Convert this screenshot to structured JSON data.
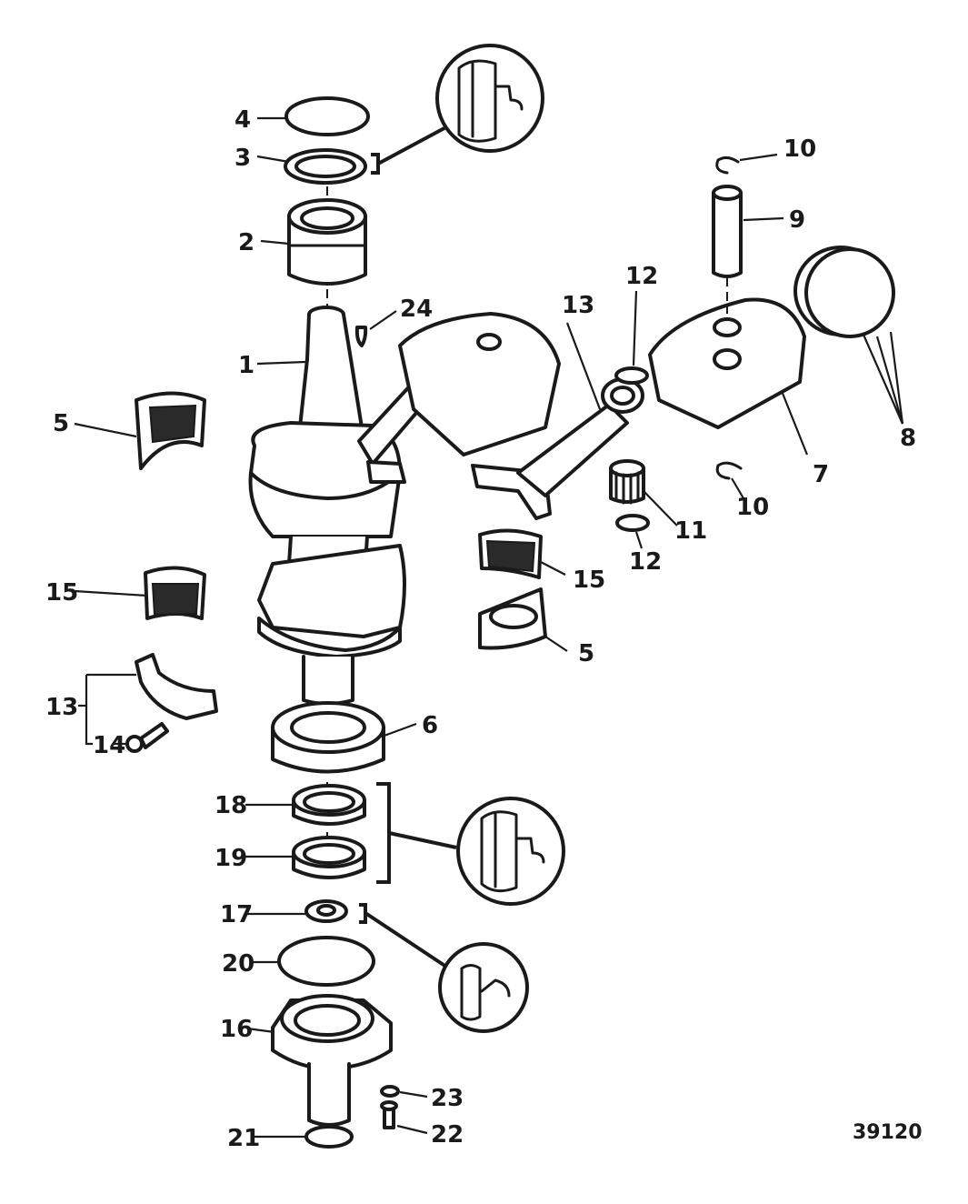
{
  "figure_number": "39120",
  "callouts": {
    "c1": "1",
    "c2": "2",
    "c3": "3",
    "c4": "4",
    "c5a": "5",
    "c5b": "5",
    "c6": "6",
    "c7": "7",
    "c8": "8",
    "c9": "9",
    "c10a": "10",
    "c10b": "10",
    "c11": "11",
    "c12a": "12",
    "c12b": "12",
    "c13a": "13",
    "c13b": "13",
    "c14": "14",
    "c15a": "15",
    "c15b": "15",
    "c16": "16",
    "c17": "17",
    "c18": "18",
    "c19": "19",
    "c20": "20",
    "c21": "21",
    "c22": "22",
    "c23": "23",
    "c24": "24"
  },
  "icons": {
    "sealant": "sealant-tube-icon",
    "lubricant": "lubricant-tube-icon"
  }
}
